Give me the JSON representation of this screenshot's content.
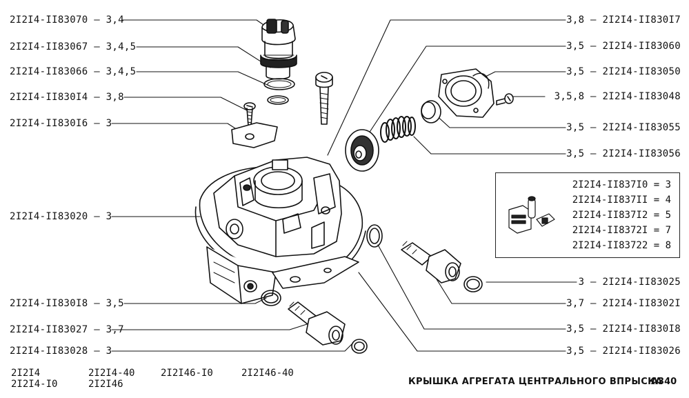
{
  "labels_left": [
    {
      "part": "2I2I4-II83070",
      "ref": "3,4"
    },
    {
      "part": "2I2I4-II83067",
      "ref": "3,4,5"
    },
    {
      "part": "2I2I4-II83066",
      "ref": "3,4,5"
    },
    {
      "part": "2I2I4-II830I4",
      "ref": "3,8"
    },
    {
      "part": "2I2I4-II830I6",
      "ref": "3"
    },
    {
      "part": "2I2I4-II83020",
      "ref": "3"
    },
    {
      "part": "2I2I4-II830I8",
      "ref": "3,5"
    },
    {
      "part": "2I2I4-II83027",
      "ref": "3,7"
    },
    {
      "part": "2I2I4-II83028",
      "ref": "3"
    }
  ],
  "labels_right": [
    {
      "ref": "3,8",
      "part": "2I2I4-II830I7"
    },
    {
      "ref": "3,5",
      "part": "2I2I4-II83060"
    },
    {
      "ref": "3,5",
      "part": "2I2I4-II83050"
    },
    {
      "ref": "3,5,8",
      "part": "2I2I4-II83048"
    },
    {
      "ref": "3,5",
      "part": "2I2I4-II83055"
    },
    {
      "ref": "3,5",
      "part": "2I2I4-II83056"
    },
    {
      "ref": "3",
      "part": "2I2I4-II83025"
    },
    {
      "ref": "3,7",
      "part": "2I2I4-II8302I"
    },
    {
      "ref": "3,5",
      "part": "2I2I4-II830I8"
    },
    {
      "ref": "3,5",
      "part": "2I2I4-II83026"
    }
  ],
  "legend": [
    {
      "kit": "2I2I4-II837I0",
      "num": "3"
    },
    {
      "kit": "2I2I4-II837II",
      "num": "4"
    },
    {
      "kit": "2I2I4-II837I2",
      "num": "5"
    },
    {
      "kit": "2I2I4-II8372I",
      "num": "7"
    },
    {
      "kit": "2I2I4-II83722",
      "num": "8"
    }
  ],
  "models": {
    "col1": [
      "2I2I4",
      "2I2I4-I0"
    ],
    "col2": [
      "2I2I4-40",
      "2I2I46"
    ],
    "col3": [
      "2I2I46-I0"
    ],
    "col4": [
      "2I2I46-40"
    ]
  },
  "title": "КРЫШКА АГРЕГАТА ЦЕНТРАЛЬНОГО ВПРЫСКА",
  "code": "А340"
}
